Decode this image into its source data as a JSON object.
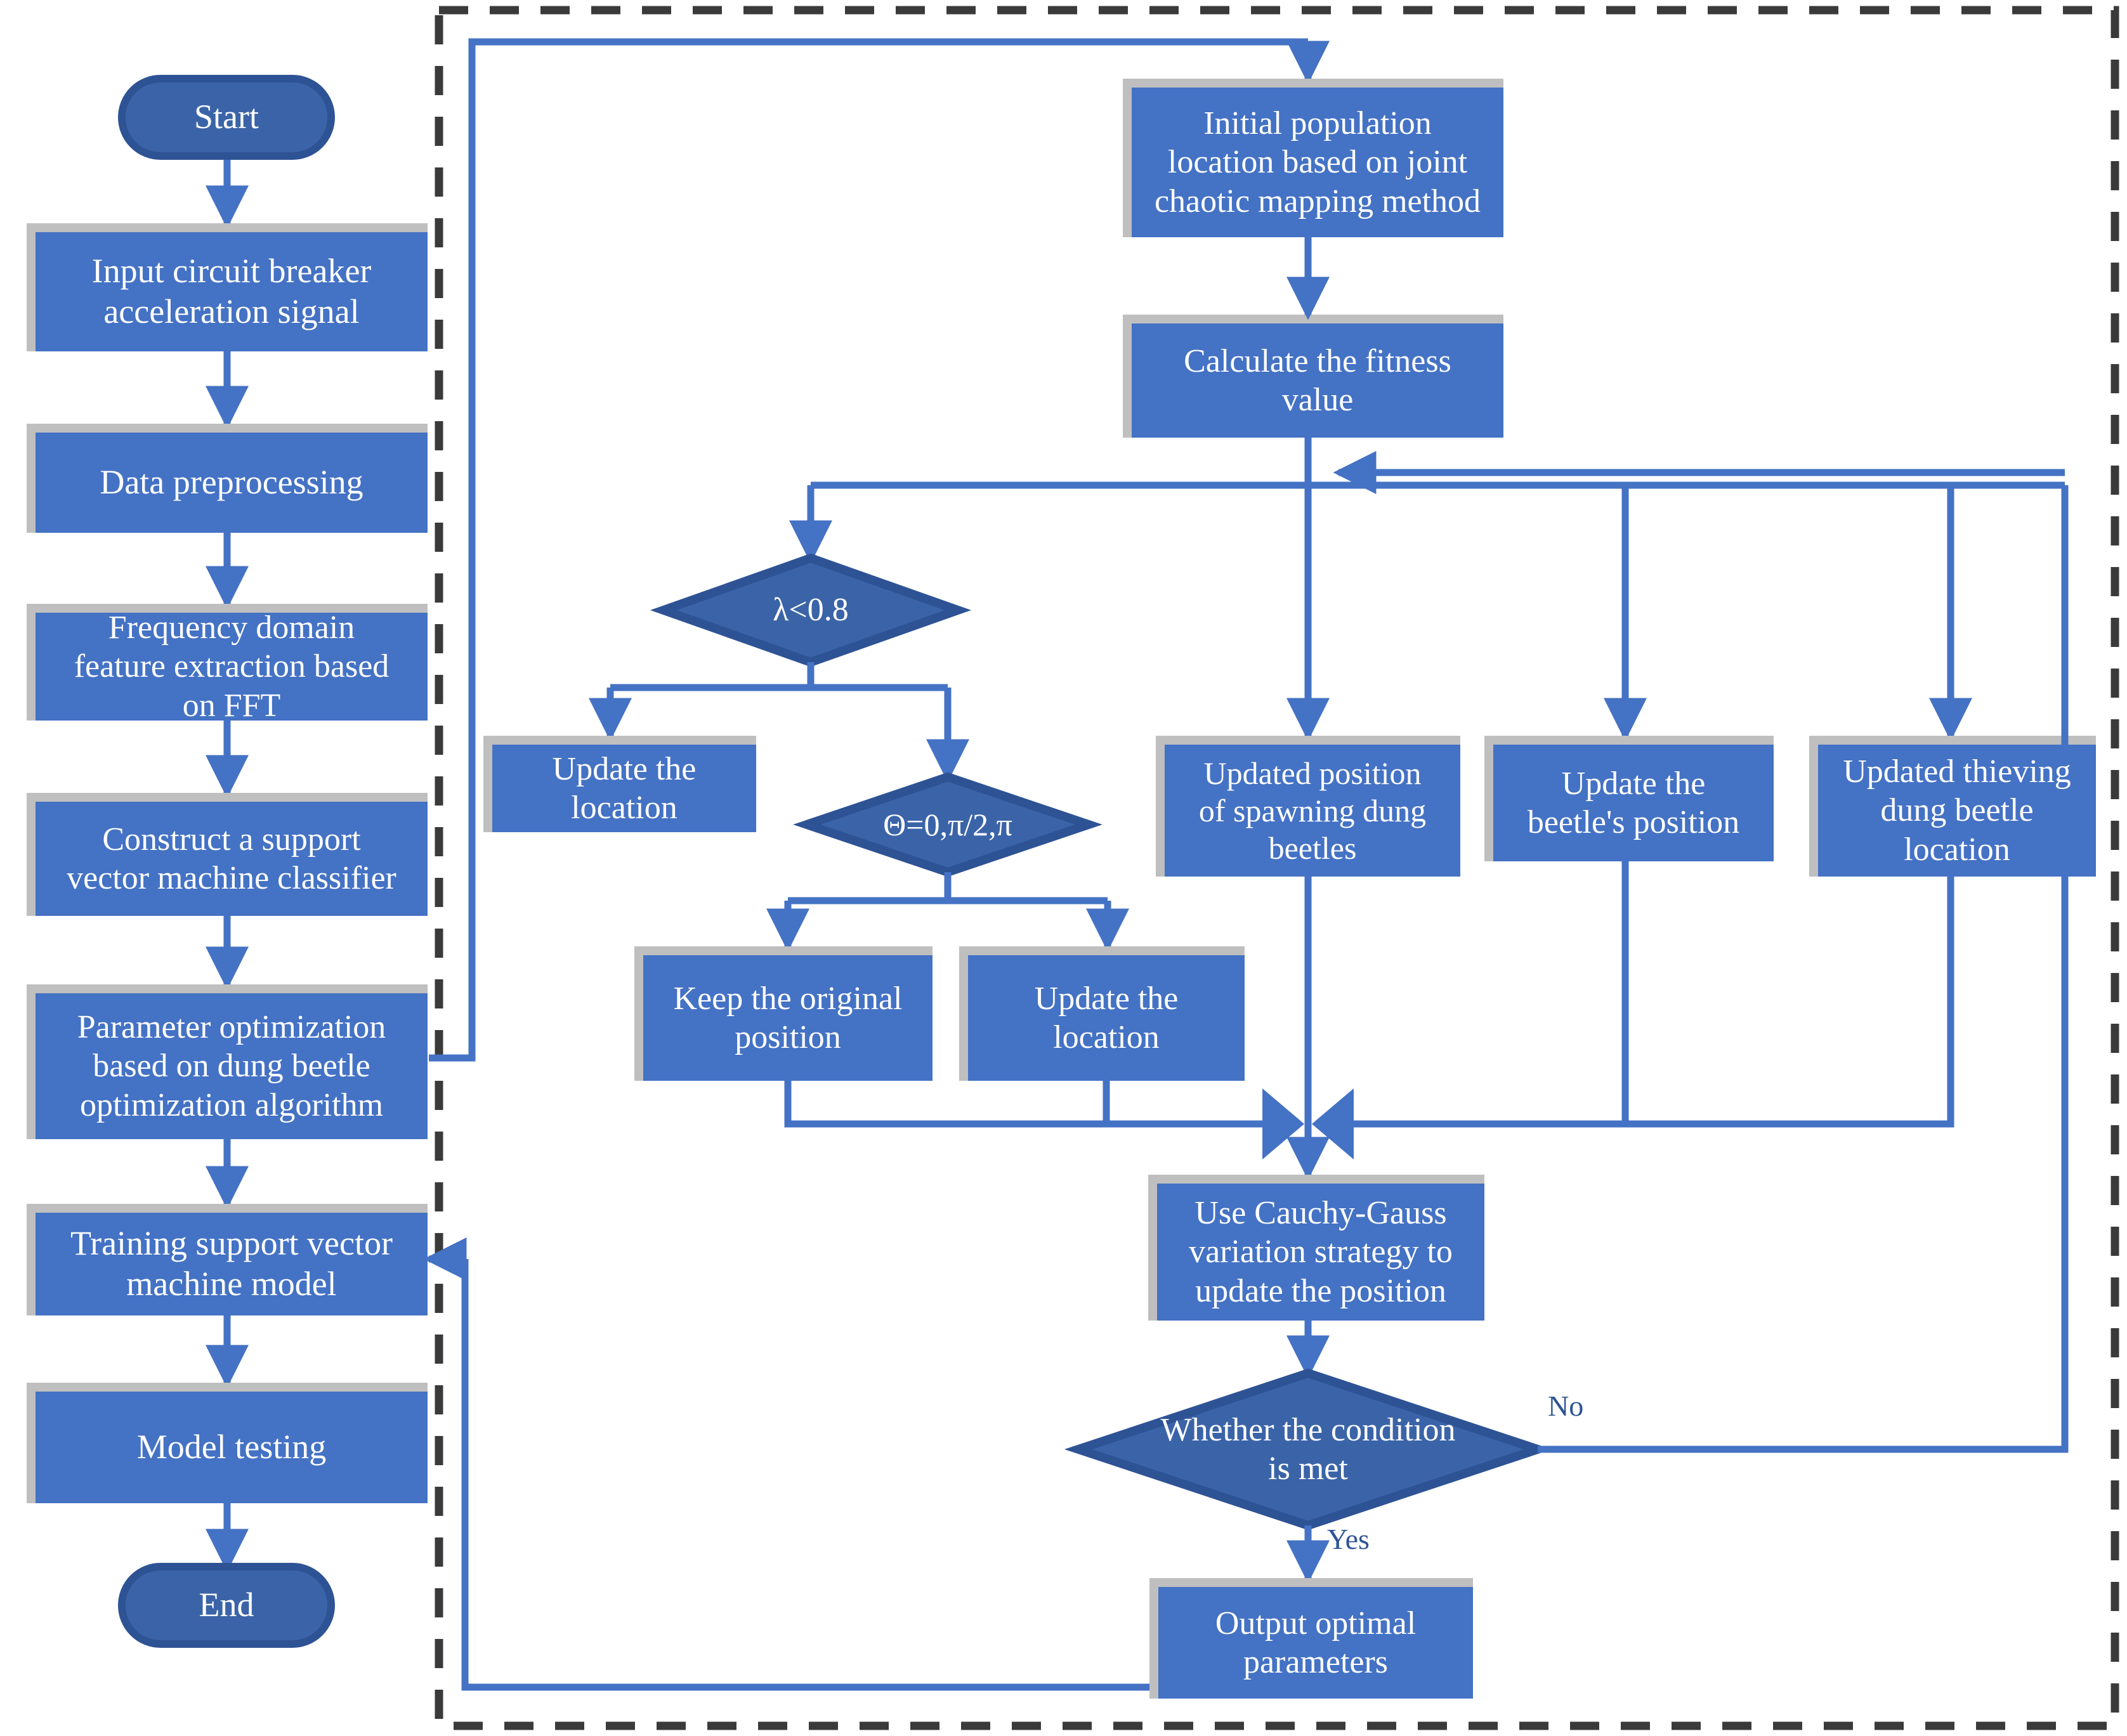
{
  "diagram": {
    "title": "Circuit breaker fault diagnosis flowchart with improved dung beetle optimization",
    "colors": {
      "process_fill": "#4472C4",
      "process_border": "#BFBFBF",
      "terminal_fill": "#3B64A8",
      "terminal_border": "#2E5395",
      "decision_fill": "#3B64A8",
      "decision_border": "#2E5395",
      "connector": "#4472C4",
      "dashed_border": "#3A3A3A",
      "label_text": "#2E5395",
      "node_text": "#FFFFFF"
    },
    "dashed_group_label": ""
  },
  "nodes": {
    "start": {
      "label": "Start",
      "shape": "terminal"
    },
    "input_signal": {
      "label": "Input circuit breaker\nacceleration signal",
      "shape": "process"
    },
    "data_preprocessing": {
      "label": "Data preprocessing",
      "shape": "process"
    },
    "fft_features": {
      "label": "Frequency domain\nfeature extraction based\non FFT",
      "shape": "process"
    },
    "construct_svm": {
      "label": "Construct a support\nvector machine classifier",
      "shape": "process"
    },
    "param_optimization": {
      "label": "Parameter optimization\nbased on dung beetle\noptimization algorithm",
      "shape": "process"
    },
    "train_svm": {
      "label": "Training support vector\nmachine model",
      "shape": "process"
    },
    "model_testing": {
      "label": "Model testing",
      "shape": "process"
    },
    "end": {
      "label": "End",
      "shape": "terminal"
    },
    "initial_population": {
      "label": "Initial population\nlocation based on joint\nchaotic mapping method",
      "shape": "process"
    },
    "calculate_fitness": {
      "label": "Calculate the fitness\nvalue",
      "shape": "process"
    },
    "lambda_decision": {
      "label": "λ<0.8",
      "shape": "decision"
    },
    "update_location_1": {
      "label": "Update the\nlocation",
      "shape": "process"
    },
    "theta_decision": {
      "label": "Θ=0,π/2,π",
      "shape": "decision"
    },
    "keep_original": {
      "label": "Keep the original\nposition",
      "shape": "process"
    },
    "update_location_2": {
      "label": "Update the\nlocation",
      "shape": "process"
    },
    "spawning_beetles": {
      "label": "Updated position\nof spawning dung\nbeetles",
      "shape": "process"
    },
    "beetle_position": {
      "label": "Update the\nbeetle's position",
      "shape": "process"
    },
    "thieving_beetle": {
      "label": "Updated thieving\ndung beetle\nlocation",
      "shape": "process"
    },
    "cauchy_gauss": {
      "label": "Use Cauchy-Gauss\nvariation strategy to\nupdate the position",
      "shape": "process"
    },
    "condition_decision": {
      "label": "Whether the condition\nis met",
      "shape": "decision"
    },
    "output_params": {
      "label": "Output optimal\nparameters",
      "shape": "process"
    }
  },
  "edge_labels": {
    "no": "No",
    "yes": "Yes"
  }
}
